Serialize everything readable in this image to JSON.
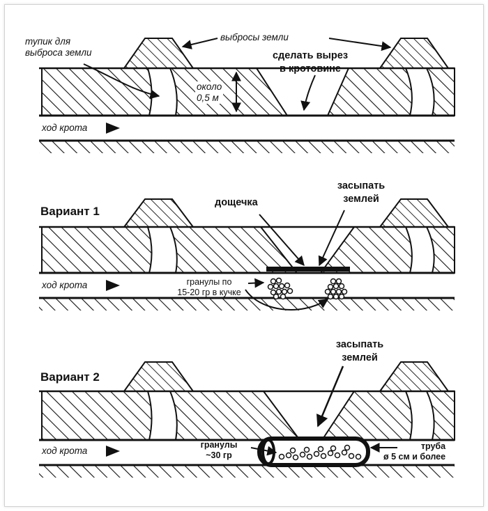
{
  "panel1": {
    "dead_end_label": "тупик для\nвыброса земли",
    "spoil_label": "выбросы земли",
    "cut_label": "сделать вырез\nв кротовине",
    "depth_label": "около\n0,5 м",
    "mole_path_label": "ход крота"
  },
  "panel2": {
    "title": "Вариант 1",
    "board_label": "дощечка",
    "fill_label": "засыпать\nземлей",
    "granules_label": "гранулы по\n15-20 гр в кучке",
    "mole_path_label": "ход крота"
  },
  "panel3": {
    "title": "Вариант 2",
    "fill_label": "засыпать\nземлей",
    "granules_label": "гранулы\n~30 гр",
    "pipe_label": "труба\nø 5 см и более",
    "mole_path_label": "ход крота"
  },
  "colors": {
    "ink": "#111111",
    "background": "#ffffff"
  }
}
